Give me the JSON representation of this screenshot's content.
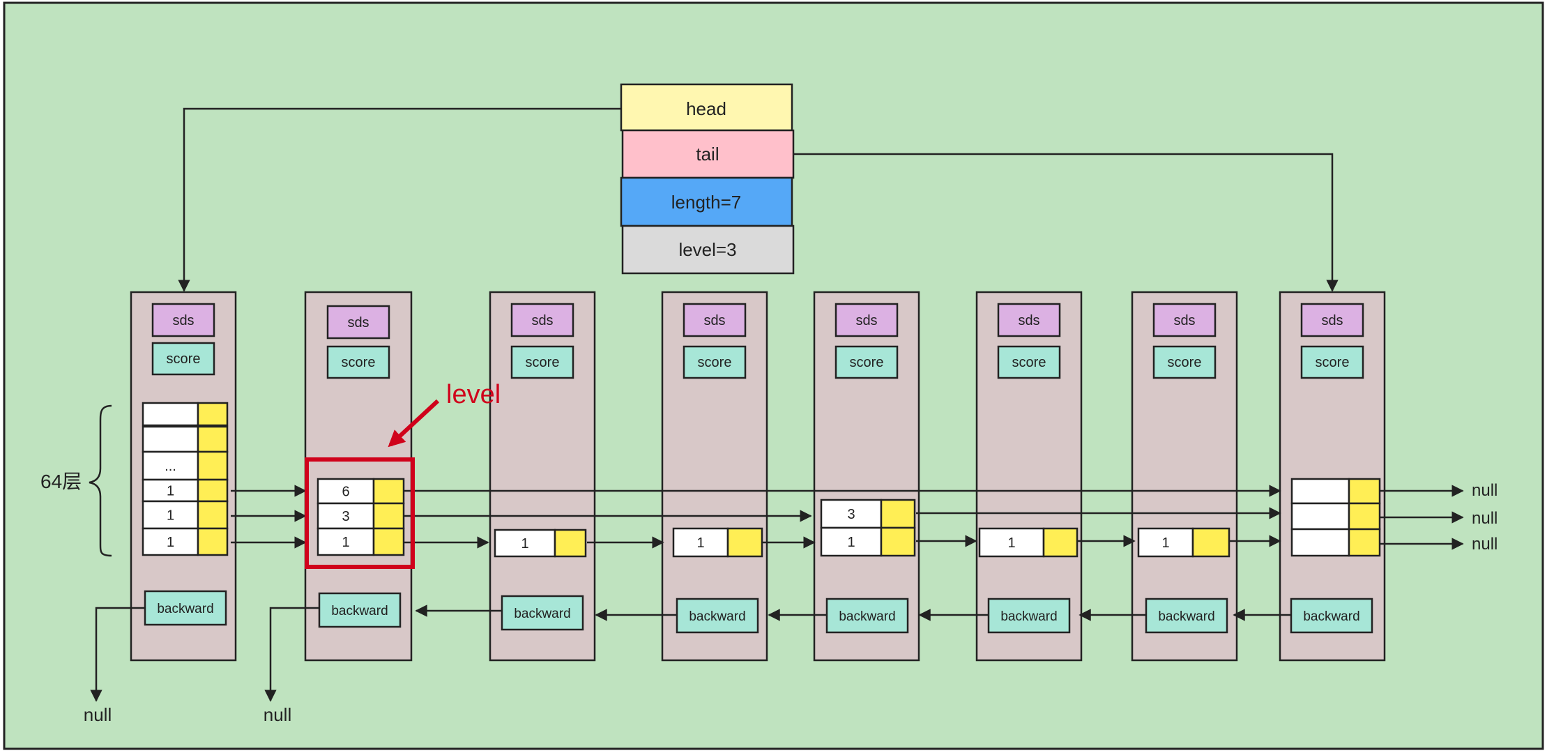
{
  "colors": {
    "background": "#bfe3bf",
    "node_fill": "#d8c8c8",
    "head_fill": "#fff7b0",
    "tail_fill": "#ffc0cb",
    "length_fill": "#55a8f7",
    "level_fill": "#dadada",
    "sds_fill": "#dcb1e3",
    "score_fill": "#a7e6d7",
    "span_fill": "#ffffff",
    "pointer_fill": "#ffee55",
    "highlight": "#d0021b",
    "line": "#222222"
  },
  "header": {
    "head": "head",
    "tail": "tail",
    "length": "length=7",
    "level": "level=3"
  },
  "node_labels": {
    "sds": "sds",
    "score": "score",
    "backward": "backward"
  },
  "null_label": "null",
  "brace_label": "64层",
  "annotation": "level",
  "nodes": [
    {
      "name": "header-node",
      "levels": [
        "",
        "",
        "...",
        "1",
        "1",
        "1"
      ]
    },
    {
      "name": "node-1",
      "levels": [
        "6",
        "3",
        "1"
      ]
    },
    {
      "name": "node-2",
      "levels": [
        "1"
      ]
    },
    {
      "name": "node-3",
      "levels": [
        "1"
      ]
    },
    {
      "name": "node-4",
      "levels": [
        "3",
        "1"
      ]
    },
    {
      "name": "node-5",
      "levels": [
        "1"
      ]
    },
    {
      "name": "node-6",
      "levels": [
        "1"
      ]
    },
    {
      "name": "node-7",
      "levels": [
        "",
        "",
        ""
      ]
    }
  ]
}
